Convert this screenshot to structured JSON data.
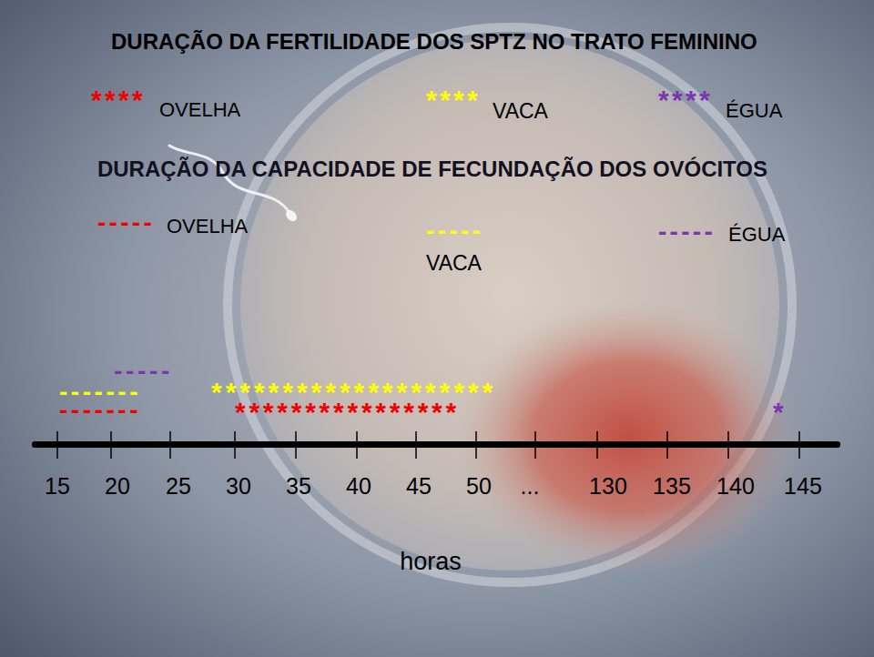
{
  "diagram": {
    "title": "DURAÇÃO DA FERTILIDADE DOS SPTZ NO TRATO FEMININO",
    "labels": [
      "****",
      "OVELHA",
      "****",
      "VACA",
      "****",
      "ÉGUA",
      "DURAÇÃO DA CAPACIDADE DE FECUNDAÇÃO DOS OVÓCITOS",
      "-----",
      "OVELHA",
      "-----",
      "VACA",
      "-----",
      "ÉGUA",
      "-----",
      "-------",
      "********************",
      "-------",
      "****************",
      "*",
      "15",
      "20",
      "25",
      "30",
      "35",
      "40",
      "45",
      "50",
      "...",
      "130",
      "135",
      "140",
      "145",
      "horas"
    ]
  }
}
